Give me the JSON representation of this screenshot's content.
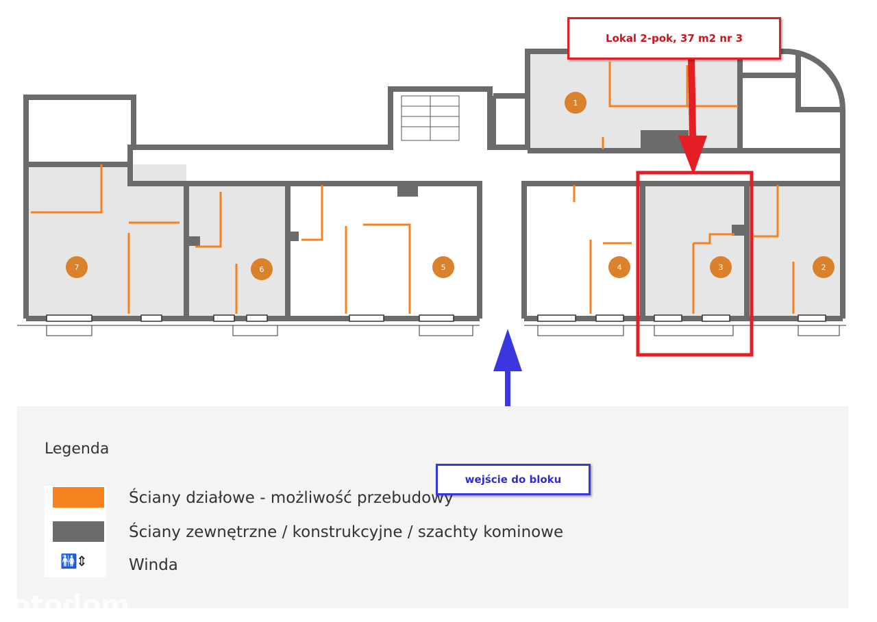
{
  "callouts": {
    "unit_label": "Lokal 2-pok, 37 m2 nr 3",
    "entrance_label": "wejście do bloku"
  },
  "units": [
    {
      "number": "1"
    },
    {
      "number": "2"
    },
    {
      "number": "3"
    },
    {
      "number": "4"
    },
    {
      "number": "5"
    },
    {
      "number": "6"
    },
    {
      "number": "7"
    }
  ],
  "legend": {
    "title": "Legenda",
    "items": [
      {
        "label": "Ściany działowe - możliwość przebudowy",
        "color": "#f5821f"
      },
      {
        "label": "Ściany zewnętrzne / konstrukcyjne / szachty kominowe",
        "color": "#6b6b6b"
      },
      {
        "label": "Winda",
        "icon": "elevator-icon"
      }
    ]
  },
  "watermark": "otodom",
  "colors": {
    "wall": "#6b6b6b",
    "partition": "#f5821f",
    "unit_fill": "#e6e6e6",
    "unit_badge": "#d9822b",
    "highlight": "#e31e24",
    "entrance_arrow": "#3a36e0"
  }
}
